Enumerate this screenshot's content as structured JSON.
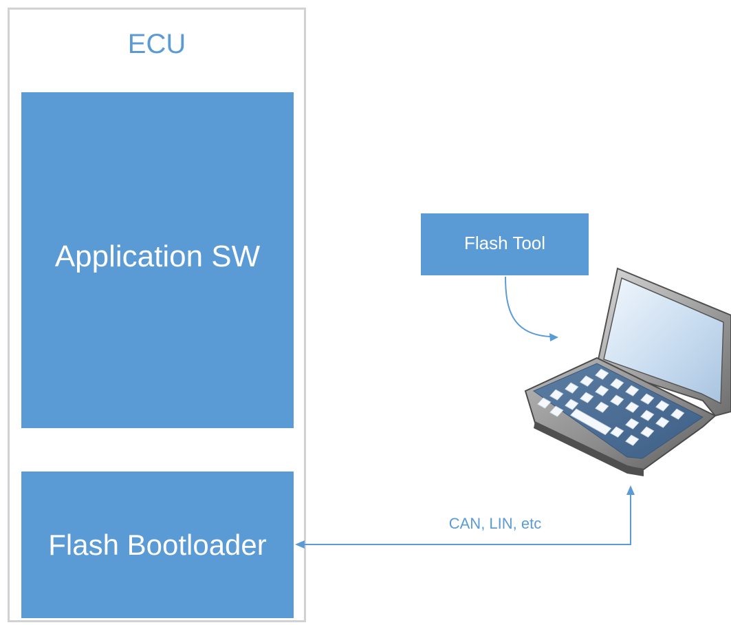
{
  "ecu": {
    "title": "ECU"
  },
  "blocks": {
    "application_sw": "Application SW",
    "flash_bootloader": "Flash Bootloader"
  },
  "flash_tool": {
    "label": "Flash Tool"
  },
  "connection": {
    "label": "CAN, LIN, etc"
  },
  "colors": {
    "block_fill": "#5b9bd5",
    "frame_border": "#d2d2d2",
    "arrow": "#5b9bd5"
  },
  "icons": {
    "laptop": "laptop-icon"
  }
}
